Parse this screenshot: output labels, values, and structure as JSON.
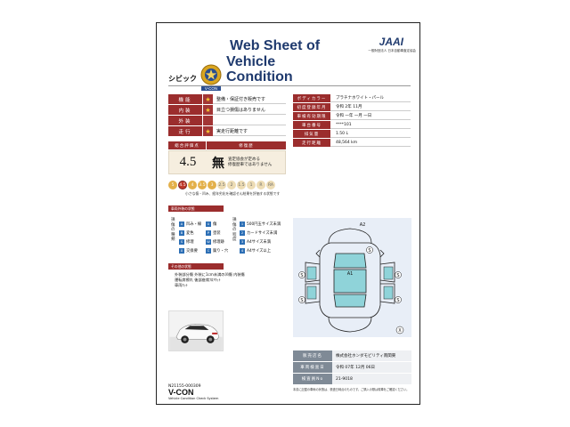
{
  "header": {
    "title_line1": "Web Sheet of",
    "title_line2": "Vehicle Condition",
    "org_logo": "JAAI",
    "org_name": "一般財団法人 日本自動車査定協会",
    "emblem_text": "V-CON"
  },
  "car_name": "シビック",
  "condition": [
    {
      "label": "機能",
      "value": "整備・保証付き販売です",
      "star": true
    },
    {
      "label": "内装",
      "value": "目立つ損傷はありません",
      "star": true
    },
    {
      "label": "外装",
      "value": "",
      "star": false
    },
    {
      "label": "走行",
      "value": "実走行距離です",
      "star": true
    }
  ],
  "spec": [
    {
      "label": "ボディカラー",
      "value": "プラチナホワイト・パール"
    },
    {
      "label": "初度登録年月",
      "value": "令和 2年 11月"
    },
    {
      "label": "車検有効期限",
      "value": "令和 一年 一月 一日"
    },
    {
      "label": "車台番号",
      "value": "****101"
    },
    {
      "label": "排気量",
      "value": "1.50 L"
    },
    {
      "label": "走行距離",
      "value": "48,564 km"
    }
  ],
  "score": {
    "header_total": "総合評価点",
    "header_repair": "修復歴",
    "value": "4.5",
    "repair_mark": "無",
    "repair_note_1": "査定協会が定める",
    "repair_note_2": "修復歴車ではありません",
    "scale": [
      "5",
      "4.5",
      "4",
      "3.5",
      "3",
      "2.5",
      "2",
      "1.5",
      "1",
      "R",
      "RA"
    ],
    "scale_selected": "4.5",
    "scale_note": "小さな傷・凹み、経年劣化を確認せん結果を評価する状態です"
  },
  "legend": {
    "header": "車両外装の状態",
    "vlabel_type": "損傷の種類",
    "vlabel_size": "損傷の程度",
    "types": [
      {
        "icon": "A",
        "label": "凹み・線"
      },
      {
        "icon": "U",
        "label": "傷"
      },
      {
        "icon": "B",
        "label": "変色"
      },
      {
        "icon": "P",
        "label": "塗装"
      },
      {
        "icon": "S",
        "label": "修理"
      },
      {
        "icon": "W",
        "label": "修理跡"
      },
      {
        "icon": "X",
        "label": "交換要"
      },
      {
        "icon": "C",
        "label": "腐り・穴"
      }
    ],
    "sizes": [
      {
        "icon": "1",
        "label": "500円玉サイズ未満"
      },
      {
        "icon": "2",
        "label": "カードサイズ未満"
      },
      {
        "icon": "3",
        "label": "A4サイズ未満"
      },
      {
        "icon": "4",
        "label": "A4サイズ以上"
      }
    ]
  },
  "diagram": {
    "marks": [
      "A2",
      "S",
      "S",
      "A1",
      "S",
      "S",
      "S",
      "X"
    ]
  },
  "other": {
    "header": "その他の状態",
    "lines": [
      "外装部分傷 外装に1cm未満の凹傷 内装傷",
      "運転席擦れ 後部座席ﾌﾛｱﾏｯﾄ",
      "車両ﾏｯﾄ"
    ]
  },
  "inspector": [
    {
      "label": "販売店名",
      "value": "株式会社ホンダモビリティ南関東"
    },
    {
      "label": "車両検査日",
      "value": "令和 07年 12月 06日"
    },
    {
      "label": "検査員No",
      "value": "21-9018"
    }
  ],
  "footer": {
    "sheet_id": "N21155-000309",
    "brand": "V-CON",
    "system": "Vehicle Condition Check System",
    "disclaimer": "本書に記載の車両の状態は、検査日時点のものです。ご購入の際は現車をご確認ください。"
  }
}
